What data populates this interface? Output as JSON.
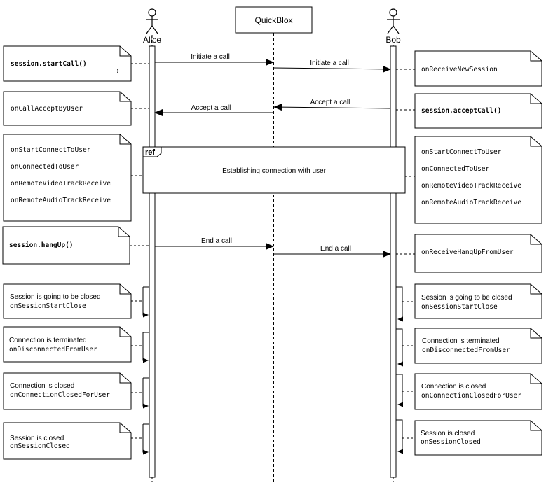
{
  "participants": {
    "alice": "Alice",
    "quickblox": "QuickBlox",
    "bob": "Bob"
  },
  "messages": {
    "initiate_left": "Initiate a call",
    "initiate_right": "Initiate a call",
    "accept_right": "Accept a call",
    "accept_left": "Accept a call",
    "end_left": "End a call",
    "end_right": "End a call"
  },
  "ref_frame": {
    "tag": "ref",
    "text": "Establishing connection with user"
  },
  "alice_notes": {
    "start_call": "session.startCall()",
    "start_call_mark": ":",
    "call_accept": "onCallAcceptByUser",
    "connect": [
      "onStartConnectToUser",
      "onConnectedToUser",
      "onRemoteVideoTrackReceive",
      "onRemoteAudioTrackReceive"
    ],
    "hang_up": "session.hangUp()",
    "closing": {
      "title": "Session is going to be closed",
      "cb": "onSessionStartClose"
    },
    "terminated": {
      "title": "Connection is terminated",
      "cb": "onDisconnectedFromUser"
    },
    "conn_closed": {
      "title": "Connection is closed",
      "cb": "onConnectionClosedForUser"
    },
    "sess_closed": {
      "title": "Session is closed",
      "cb": "onSessionClosed"
    }
  },
  "bob_notes": {
    "receive_session": "onReceiveNewSession",
    "accept_call": "session.acceptCall()",
    "connect": [
      "onStartConnectToUser",
      "onConnectedToUser",
      "onRemoteVideoTrackReceive",
      "onRemoteAudioTrackReceive"
    ],
    "hang_up_received": "onReceiveHangUpFromUser",
    "closing": {
      "title": "Session is going to be closed",
      "cb": "onSessionStartClose"
    },
    "terminated": {
      "title": "Connection is terminated",
      "cb": "onDisconnectedFromUser"
    },
    "conn_closed": {
      "title": "Connection is closed",
      "cb": "onConnectionClosedForUser"
    },
    "sess_closed": {
      "title": "Session is closed",
      "cb": "onSessionClosed"
    }
  },
  "colors": {
    "line": "#000000",
    "background": "#ffffff"
  }
}
